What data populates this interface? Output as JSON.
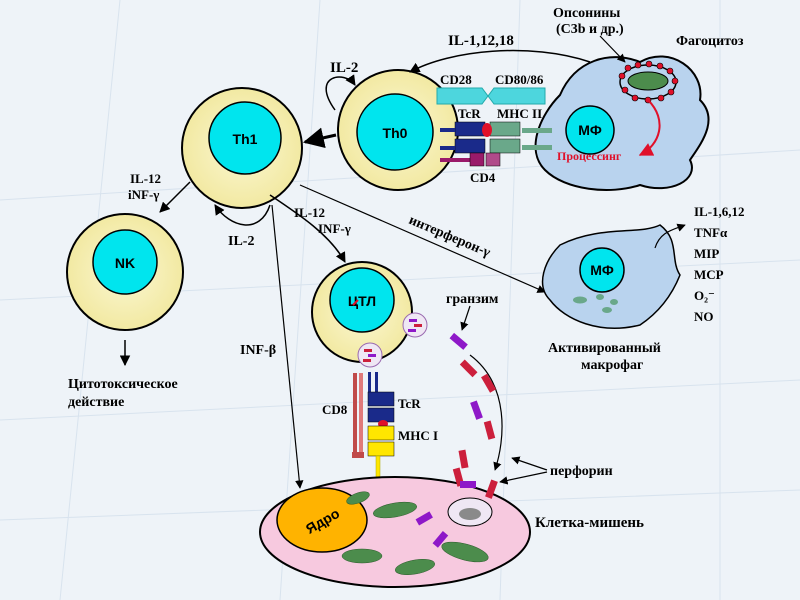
{
  "labels": {
    "opsonins_line1": "Опсонины",
    "opsonins_line2": "(C3b и др.)",
    "phagocytosis": "Фагоцитоз",
    "il_1_12_18": "IL-1,12,18",
    "il2_top": "IL-2",
    "cd28": "CD28",
    "cd80_86": "CD80/86",
    "tcr_top": "TcR",
    "mhc2": "MHC II",
    "cd4": "CD4",
    "processing": "Процессинг",
    "il12_left": "IL-12",
    "infg_left": "iNF-γ",
    "il2_bottom": "IL-2",
    "il12_mid": "IL-12",
    "infg_mid": "INF-γ",
    "interferon_g": "интерферон-γ",
    "granzyme": "гранзим",
    "inf_beta": "INF-β",
    "cd8": "CD8",
    "tcr_bottom": "TcR",
    "mhc1": "MHC I",
    "perforin": "перфорин",
    "target_cell": "Клетка-мишень",
    "cytotoxic_line1": "Цитотоксическое",
    "cytotoxic_line2": "действие",
    "activated_line1": "Активированный",
    "activated_line2": "макрофаг",
    "cytokines": [
      "IL-1,6,12",
      "TNFα",
      "MIP",
      "MCP",
      "O₂⁻",
      "NO"
    ]
  },
  "cells": {
    "th1": "Th1",
    "th0": "Th0",
    "mf_top": "МФ",
    "nk": "NK",
    "ctl": "ЦТЛ",
    "mf_activated": "МФ",
    "nucleus": "Ядро"
  },
  "colors": {
    "cell_fill": "#f7f1b8",
    "nucleus_fill": "#00e5ee",
    "macrophage_fill": "#b9d3ee",
    "target_fill": "#f7c9df",
    "target_nucleus": "#ffb300",
    "organelle": "#4c8c4c",
    "granule": "#cc1f3c",
    "perforin_purple": "#8e18c8",
    "processing_red": "#e0102a"
  }
}
